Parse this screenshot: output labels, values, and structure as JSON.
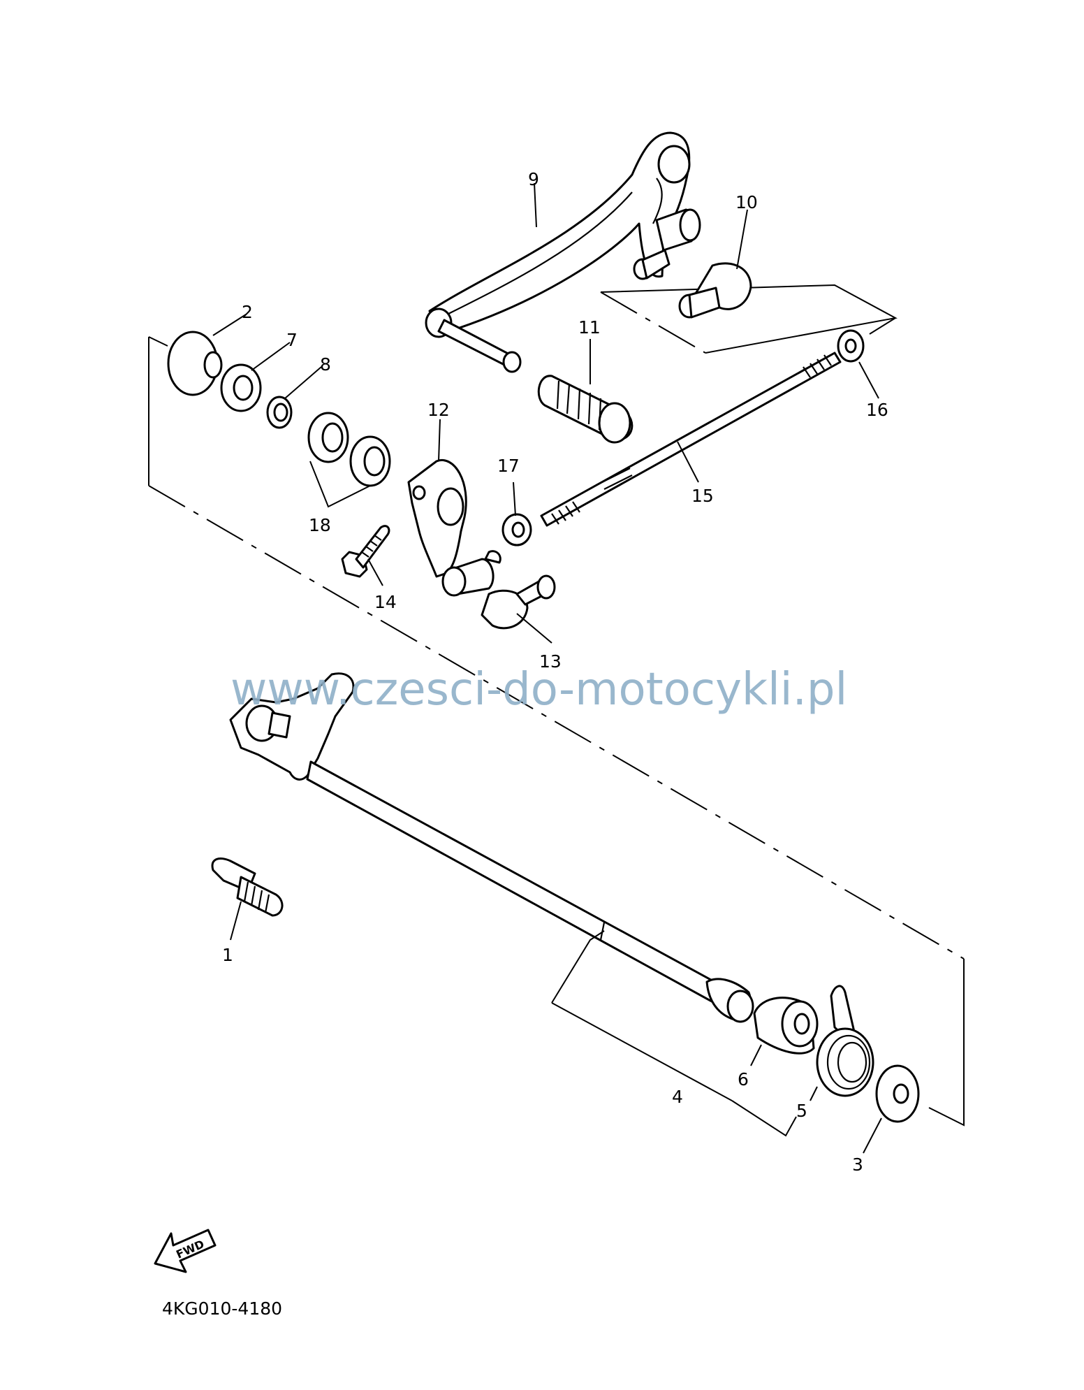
{
  "diagram": {
    "watermark": "www.czesci-do-motocykli.pl",
    "drawing_code": "4KG010-4180",
    "fwd_label": "FWD",
    "part_labels": [
      "1",
      "2",
      "3",
      "4",
      "5",
      "6",
      "7",
      "8",
      "9",
      "10",
      "11",
      "12",
      "13",
      "14",
      "15",
      "16",
      "17",
      "18"
    ]
  }
}
